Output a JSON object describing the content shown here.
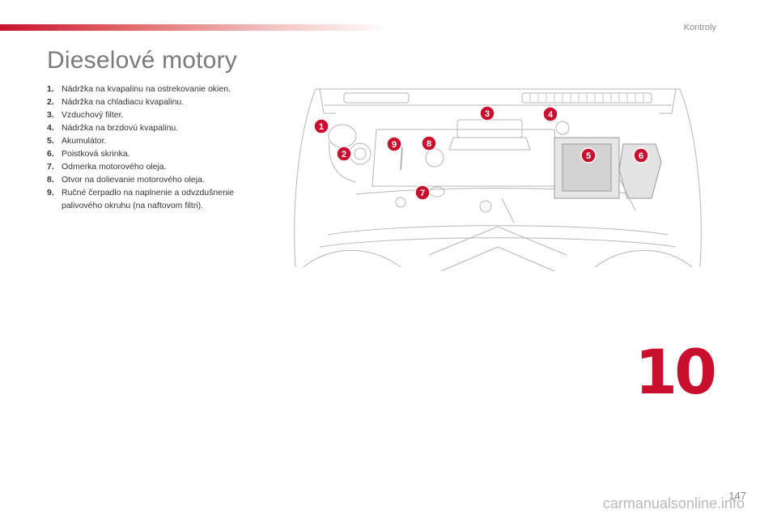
{
  "header": {
    "section": "Kontroly"
  },
  "page": {
    "title": "Dieselové motory",
    "chapter": "10",
    "number": "147"
  },
  "legend": [
    {
      "num": "1.",
      "text": "Nádržka na kvapalinu na ostrekovanie okien."
    },
    {
      "num": "2.",
      "text": "Nádržka na chladiacu kvapalinu."
    },
    {
      "num": "3.",
      "text": "Vzduchový filter."
    },
    {
      "num": "4.",
      "text": "Nádržka na brzdovú kvapalinu."
    },
    {
      "num": "5.",
      "text": "Akumulátor."
    },
    {
      "num": "6.",
      "text": "Poistková skrinka."
    },
    {
      "num": "7.",
      "text": "Odmerka motorového oleja."
    },
    {
      "num": "8.",
      "text": "Otvor na dolievanie motorového oleja."
    },
    {
      "num": "9.",
      "text": "Ručné čerpadlo na naplnenie a odvzdušnenie palivového okruhu (na naftovom filtri)."
    }
  ],
  "markers": [
    "1",
    "2",
    "3",
    "4",
    "5",
    "6",
    "7",
    "8",
    "9"
  ],
  "watermark": "carmanualsonline.info",
  "colors": {
    "accent": "#c8102e",
    "title": "#7a7a7a",
    "line": "#b5b5b5"
  }
}
